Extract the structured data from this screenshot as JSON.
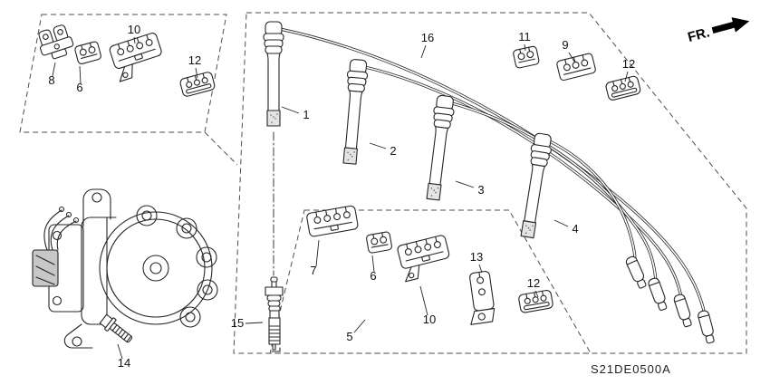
{
  "diagram": {
    "code": "S21DE0500A",
    "direction_label": "FR.",
    "background_color": "#ffffff",
    "line_color": "#252525"
  },
  "callouts": {
    "wire_1": "1",
    "wire_2": "2",
    "wire_3": "3",
    "wire_4": "4",
    "wire_set_5": "5",
    "clamp_6_left": "6",
    "clamp_6_center": "6",
    "clamp_7": "7",
    "bracket_8": "8",
    "clamp_9": "9",
    "holder_10_left": "10",
    "holder_10_center": "10",
    "clamp_11": "11",
    "clamp_12_left": "12",
    "clamp_12_right": "12",
    "clamp_12_center": "12",
    "bracket_13": "13",
    "bolt_14": "14",
    "spark_plug_15": "15",
    "wire_clip_16": "16"
  }
}
